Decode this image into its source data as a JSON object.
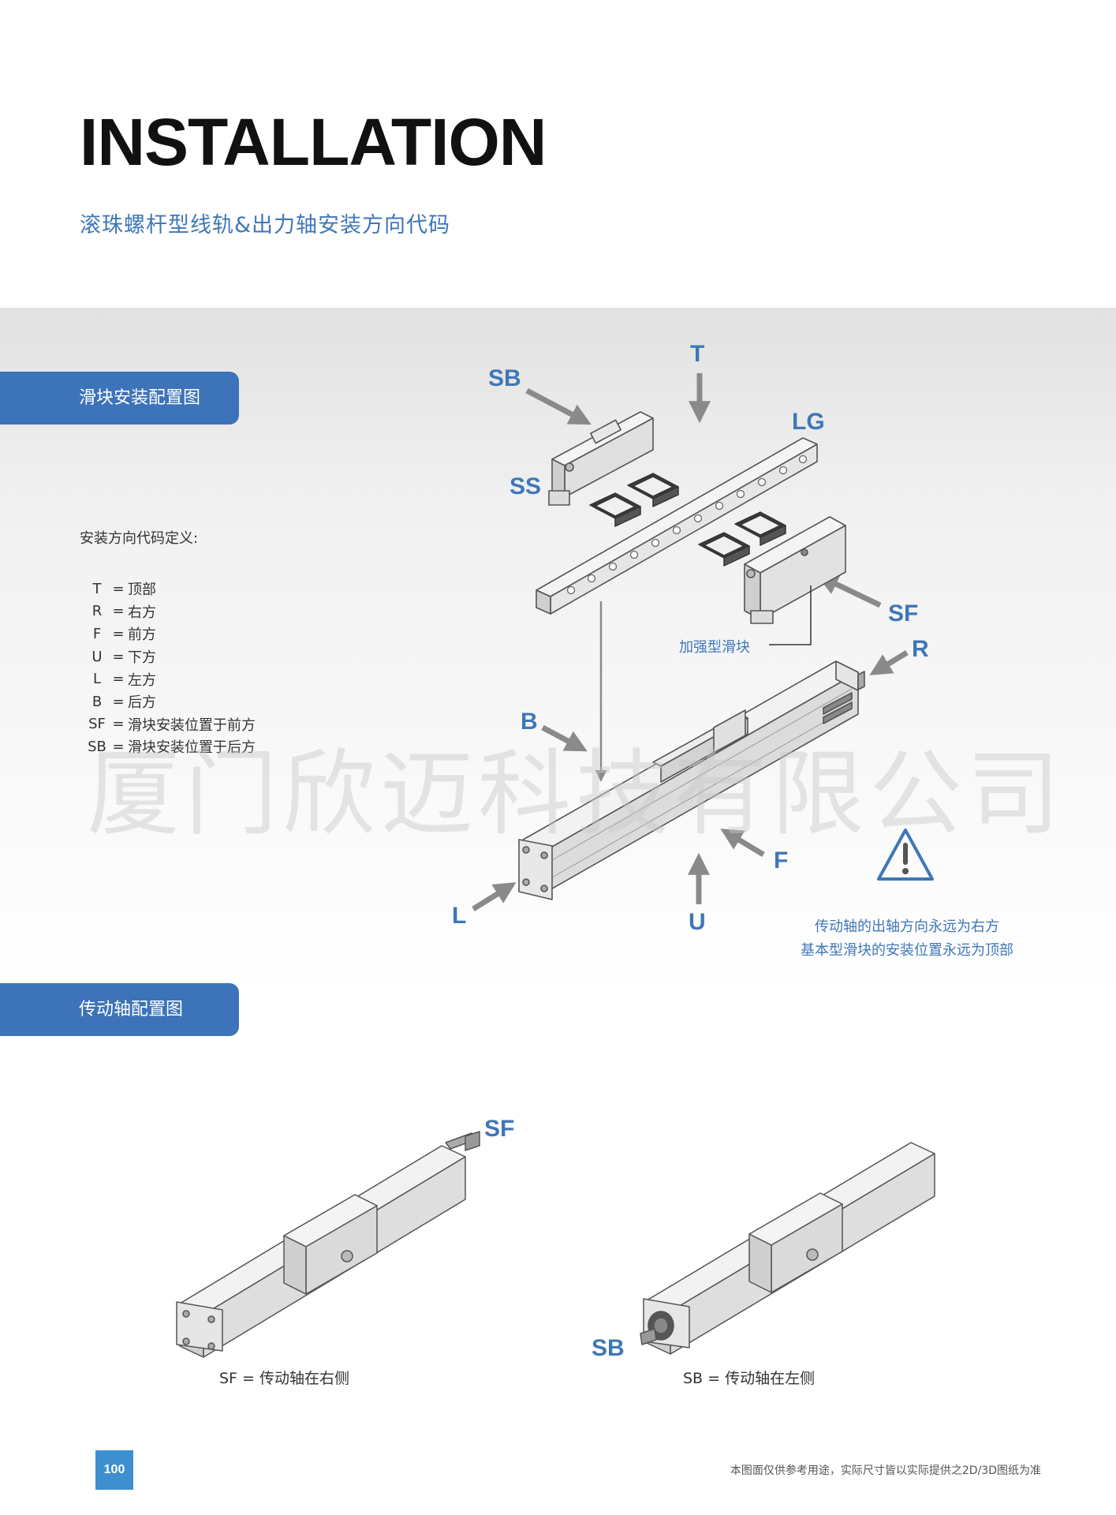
{
  "header": {
    "title": "INSTALLATION",
    "subtitle": "滚珠螺杆型线轨&出力轴安装方向代码"
  },
  "tabs": {
    "slider_config": "滑块安装配置图",
    "shaft_config": "传动轴配置图"
  },
  "definitions": {
    "title": "安装方向代码定义:",
    "items": [
      {
        "code": "T",
        "eq": "=",
        "meaning": "顶部"
      },
      {
        "code": "R",
        "eq": "=",
        "meaning": "右方"
      },
      {
        "code": "F",
        "eq": "=",
        "meaning": "前方"
      },
      {
        "code": "U",
        "eq": "=",
        "meaning": "下方"
      },
      {
        "code": "L",
        "eq": "=",
        "meaning": "左方"
      },
      {
        "code": "B",
        "eq": "=",
        "meaning": "后方"
      },
      {
        "code": "SF",
        "eq": "=",
        "meaning": "滑块安装位置于前方"
      },
      {
        "code": "SB",
        "eq": "=",
        "meaning": "滑块安装位置于后方"
      }
    ]
  },
  "watermark": "厦门欣迈科技有限公司",
  "diagram_labels": {
    "SB": "SB",
    "T": "T",
    "LG": "LG",
    "SS": "SS",
    "SF": "SF",
    "R": "R",
    "B": "B",
    "F": "F",
    "L": "L",
    "U": "U",
    "reinforced_slider": "加强型滑块"
  },
  "warning_note": {
    "line1": "传动轴的出轴方向永远为右方",
    "line2": "基本型滑块的安装位置永远为顶部"
  },
  "shaft_section": {
    "left_label": "SF",
    "left_caption": "SF = 传动轴在右侧",
    "right_label": "SB",
    "right_caption": "SB = 传动轴在左侧"
  },
  "footer": {
    "page_number": "100",
    "disclaimer": "本图面仅供参考用途，实际尺寸皆以实际提供之2D/3D图纸为准"
  },
  "colors": {
    "accent": "#3d73b8",
    "label_blue": "#3f77b7",
    "page_box": "#3d8fd0",
    "arrow_gray": "#8a8a8a"
  }
}
